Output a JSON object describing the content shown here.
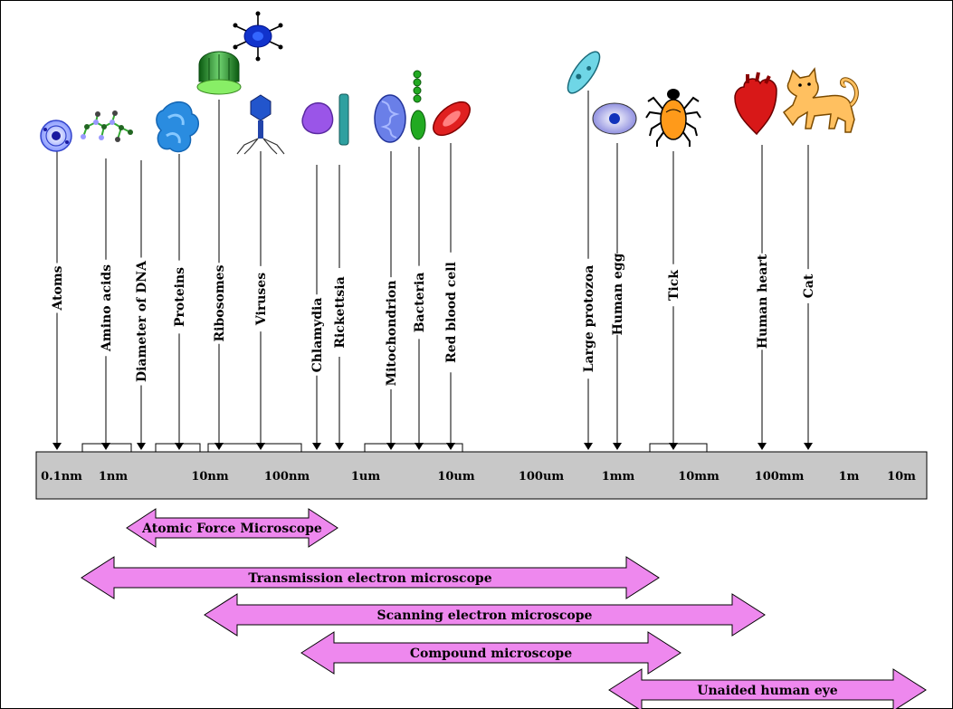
{
  "items": [
    {
      "label": "Atoms",
      "icon": "atom-icon"
    },
    {
      "label": "Amino acids",
      "icon": "amino-acid-molecule-icon"
    },
    {
      "label": "Diameter of DNA",
      "icon": ""
    },
    {
      "label": "Proteins",
      "icon": "protein-icon"
    },
    {
      "label": "Ribosomes",
      "icon": "ribosome-icon"
    },
    {
      "label": "Viruses",
      "icon": "bacteriophage-virus-icon"
    },
    {
      "label": "Chlamydia",
      "icon": "chlamydia-icon"
    },
    {
      "label": "Rickettsia",
      "icon": "rickettsia-icon"
    },
    {
      "label": "Mitochondrion",
      "icon": "mitochondrion-icon"
    },
    {
      "label": "Bacteria",
      "icon": "bacteria-icon"
    },
    {
      "label": "Red blood cell",
      "icon": "red-blood-cell-icon"
    },
    {
      "label": "Large protozoa",
      "icon": "protozoa-icon"
    },
    {
      "label": "Human egg",
      "icon": "human-egg-icon"
    },
    {
      "label": "Tick",
      "icon": "tick-icon"
    },
    {
      "label": "Human heart",
      "icon": "heart-icon"
    },
    {
      "label": "Cat",
      "icon": "cat-icon"
    }
  ],
  "scale_ticks": [
    "0.1nm",
    "1nm",
    "10nm",
    "100nm",
    "1um",
    "10um",
    "100um",
    "1mm",
    "10mm",
    "100mm",
    "1m",
    "10m"
  ],
  "ranges": [
    {
      "label": "Atomic Force Microscope"
    },
    {
      "label": "Transmission electron microscope"
    },
    {
      "label": "Scanning electron microscope"
    },
    {
      "label": "Compound microscope"
    },
    {
      "label": "Unaided human eye"
    }
  ],
  "colors": {
    "scale_bar": "#c8c8c8",
    "arrow_fill": "#ee88ee",
    "outline": "#000000"
  }
}
